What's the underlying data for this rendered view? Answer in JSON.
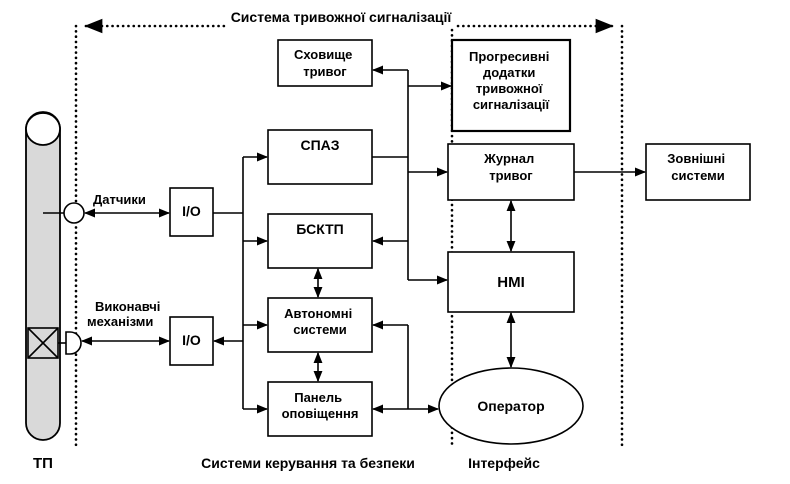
{
  "title": "Система тривожної сигналізації",
  "blocks": {
    "storage": [
      "Сховище",
      "тривог"
    ],
    "advanced_apps": [
      "Прогресивні",
      "додатки",
      "тривожної",
      "сигналізації"
    ],
    "spaz": "СПАЗ",
    "bsktp": "БСКТП",
    "autonomous": [
      "Автономні",
      "системи"
    ],
    "panel": [
      "Панель",
      "оповіщення"
    ],
    "journal": [
      "Журнал",
      "тривог"
    ],
    "hmi": "HMI",
    "external": [
      "Зовнішні",
      "системи"
    ],
    "operator": "Оператор",
    "io_top": "I/O",
    "io_bottom": "I/O"
  },
  "labels": {
    "sensors": "Датчики",
    "actuators": [
      "Виконавчі",
      "механізми"
    ],
    "tp": "ТП",
    "control_systems": "Системи керування та безпеки",
    "interface": "Інтерфейс"
  }
}
